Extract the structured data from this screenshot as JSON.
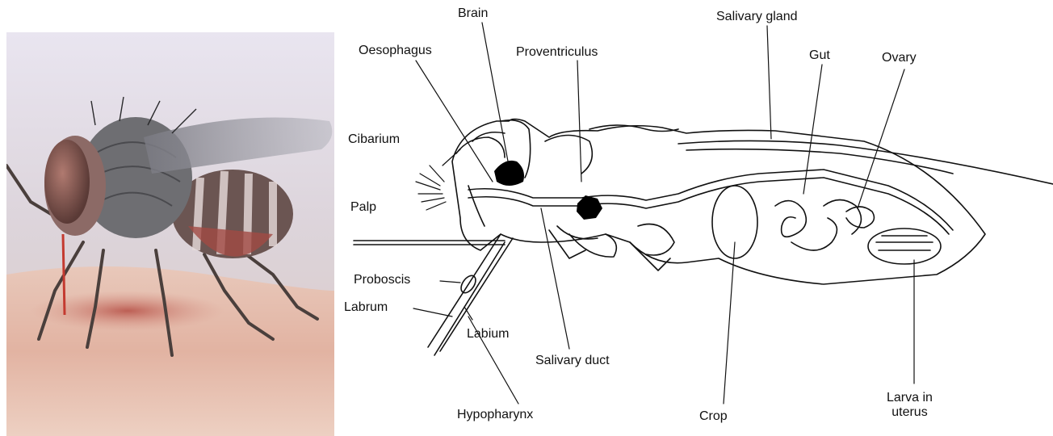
{
  "photo": {
    "subject": "tsetse-fly-feeding-on-skin"
  },
  "diagram": {
    "labels": {
      "brain": "Brain",
      "salivary_gland": "Salivary gland",
      "oesophagus": "Oesophagus",
      "proventriculus": "Proventriculus",
      "gut": "Gut",
      "ovary": "Ovary",
      "cibarium": "Cibarium",
      "palp": "Palp",
      "proboscis": "Proboscis",
      "labrum": "Labrum",
      "labium": "Labium",
      "salivary_duct": "Salivary duct",
      "hypopharynx": "Hypopharynx",
      "crop": "Crop",
      "larva_in_uterus_line1": "Larva in",
      "larva_in_uterus_line2": "uterus"
    },
    "colors": {
      "line": "#111111",
      "organ_fill": "#000000"
    }
  }
}
